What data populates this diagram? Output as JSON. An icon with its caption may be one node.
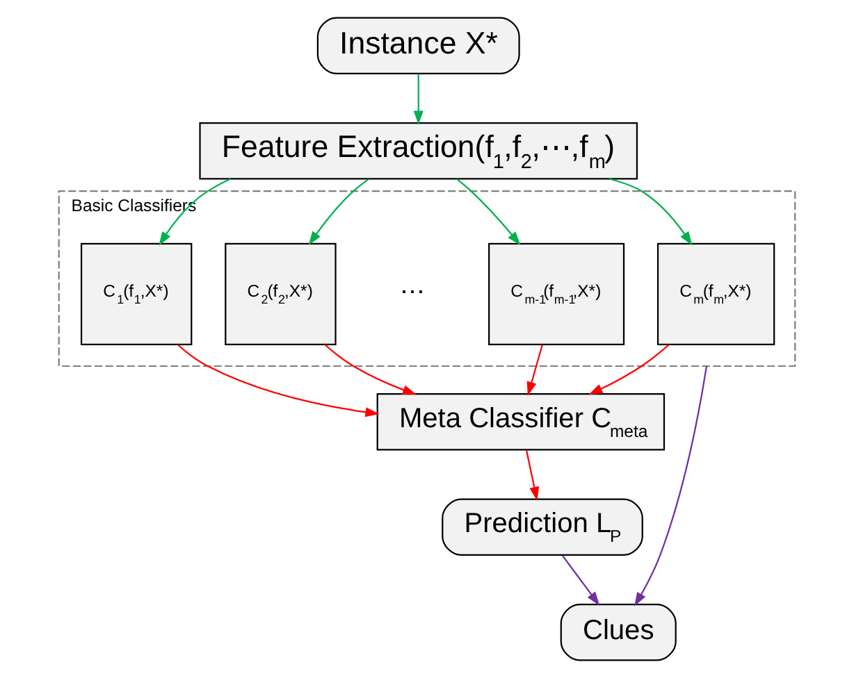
{
  "diagram": {
    "nodes": [
      {
        "text": [
          "Instance X*"
        ]
      },
      {
        "text": [
          "Feature Extraction(f$_{1}$,f$_{2}$,⋯,f$_{m}$)"
        ]
      },
      {
        "text": [
          "Basic Classifiers"
        ]
      },
      {
        "text": [
          "C$_{1}$(f$_{1}$,X*)"
        ],
        "in": 2
      },
      {
        "text": [
          "C$_{2}$(f$_{2}$,X*)"
        ],
        "in": 2
      },
      {
        "text": [
          "C$_{m-1}$(f$_{m-1}$,X*)"
        ],
        "in": 2
      },
      {
        "text": [
          "C$_{m}$(f$_{m}$,X*)"
        ],
        "in": 2
      },
      {
        "text": [
          "Meta Classifier C$_{meta}$"
        ]
      },
      {
        "text": [
          "Prediction L$_{P}$"
        ]
      },
      {
        "text": [
          "Clues"
        ]
      }
    ],
    "edges": [
      {
        "from": 0,
        "to": 1,
        "arrow": "to",
        "color": "#00b050"
      },
      {
        "from": 1,
        "to": 3,
        "arrow": "to",
        "color": "#00b050"
      },
      {
        "from": 1,
        "to": 4,
        "arrow": "to",
        "color": "#00b050"
      },
      {
        "from": 1,
        "to": 5,
        "arrow": "to",
        "color": "#00b050"
      },
      {
        "from": 1,
        "to": 6,
        "arrow": "to",
        "color": "#00b050"
      },
      {
        "from": 3,
        "to": 7,
        "arrow": "to",
        "color": "#ff0000"
      },
      {
        "from": 4,
        "to": 7,
        "arrow": "to",
        "color": "#ff0000"
      },
      {
        "from": 5,
        "to": 7,
        "arrow": "to",
        "color": "#ff0000"
      },
      {
        "from": 6,
        "to": 7,
        "arrow": "to",
        "color": "#ff0000"
      },
      {
        "from": 7,
        "to": 8,
        "arrow": "to",
        "color": "#ff0000"
      },
      {
        "from": 2,
        "to": 9,
        "arrow": "to",
        "color": "#7030a0"
      },
      {
        "from": 8,
        "to": 9,
        "arrow": "to",
        "color": "#7030a0"
      }
    ],
    "labels": [
      "⋯"
    ]
  }
}
